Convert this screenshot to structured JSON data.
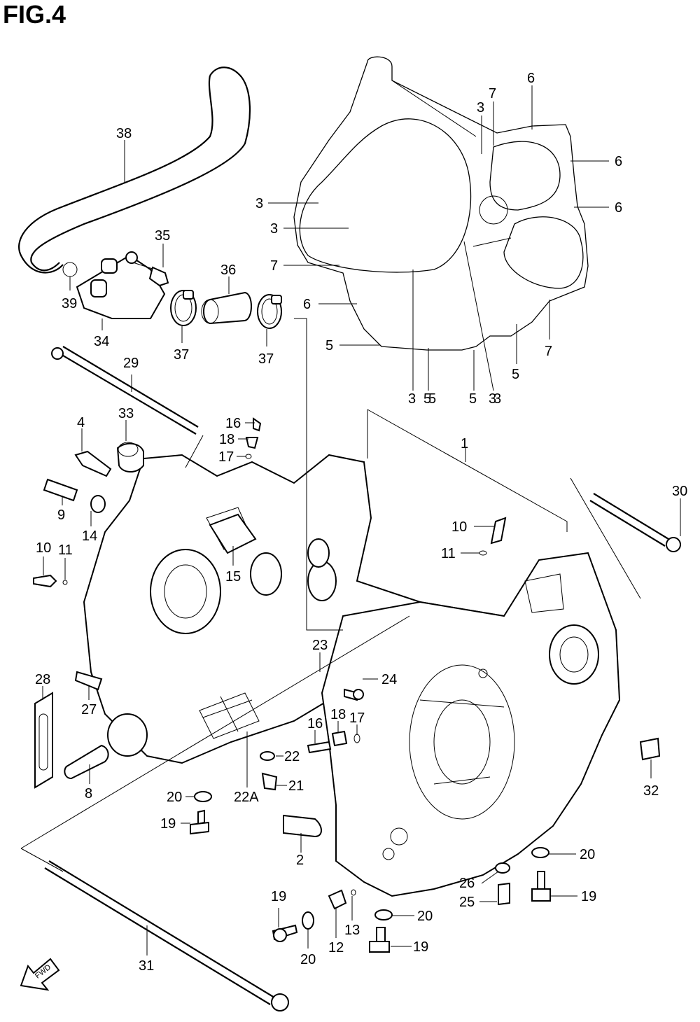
{
  "figure": {
    "title": "FIG.4"
  },
  "fwd_label": "FWD",
  "callouts": [
    "1",
    "2",
    "3",
    "3",
    "3",
    "3",
    "3",
    "3",
    "4",
    "5",
    "5",
    "5",
    "5",
    "5",
    "6",
    "6",
    "6",
    "6",
    "7",
    "7",
    "7",
    "8",
    "9",
    "10",
    "10",
    "11",
    "11",
    "12",
    "13",
    "14",
    "15",
    "16",
    "16",
    "17",
    "17",
    "18",
    "18",
    "19",
    "19",
    "19",
    "19",
    "20",
    "20",
    "20",
    "20",
    "21",
    "22",
    "22A",
    "23",
    "24",
    "25",
    "26",
    "27",
    "28",
    "29",
    "30",
    "31",
    "32",
    "33",
    "34",
    "35",
    "36",
    "37",
    "37",
    "38",
    "39"
  ],
  "icons": {
    "fwd_arrow": "fwd-arrow-icon"
  }
}
